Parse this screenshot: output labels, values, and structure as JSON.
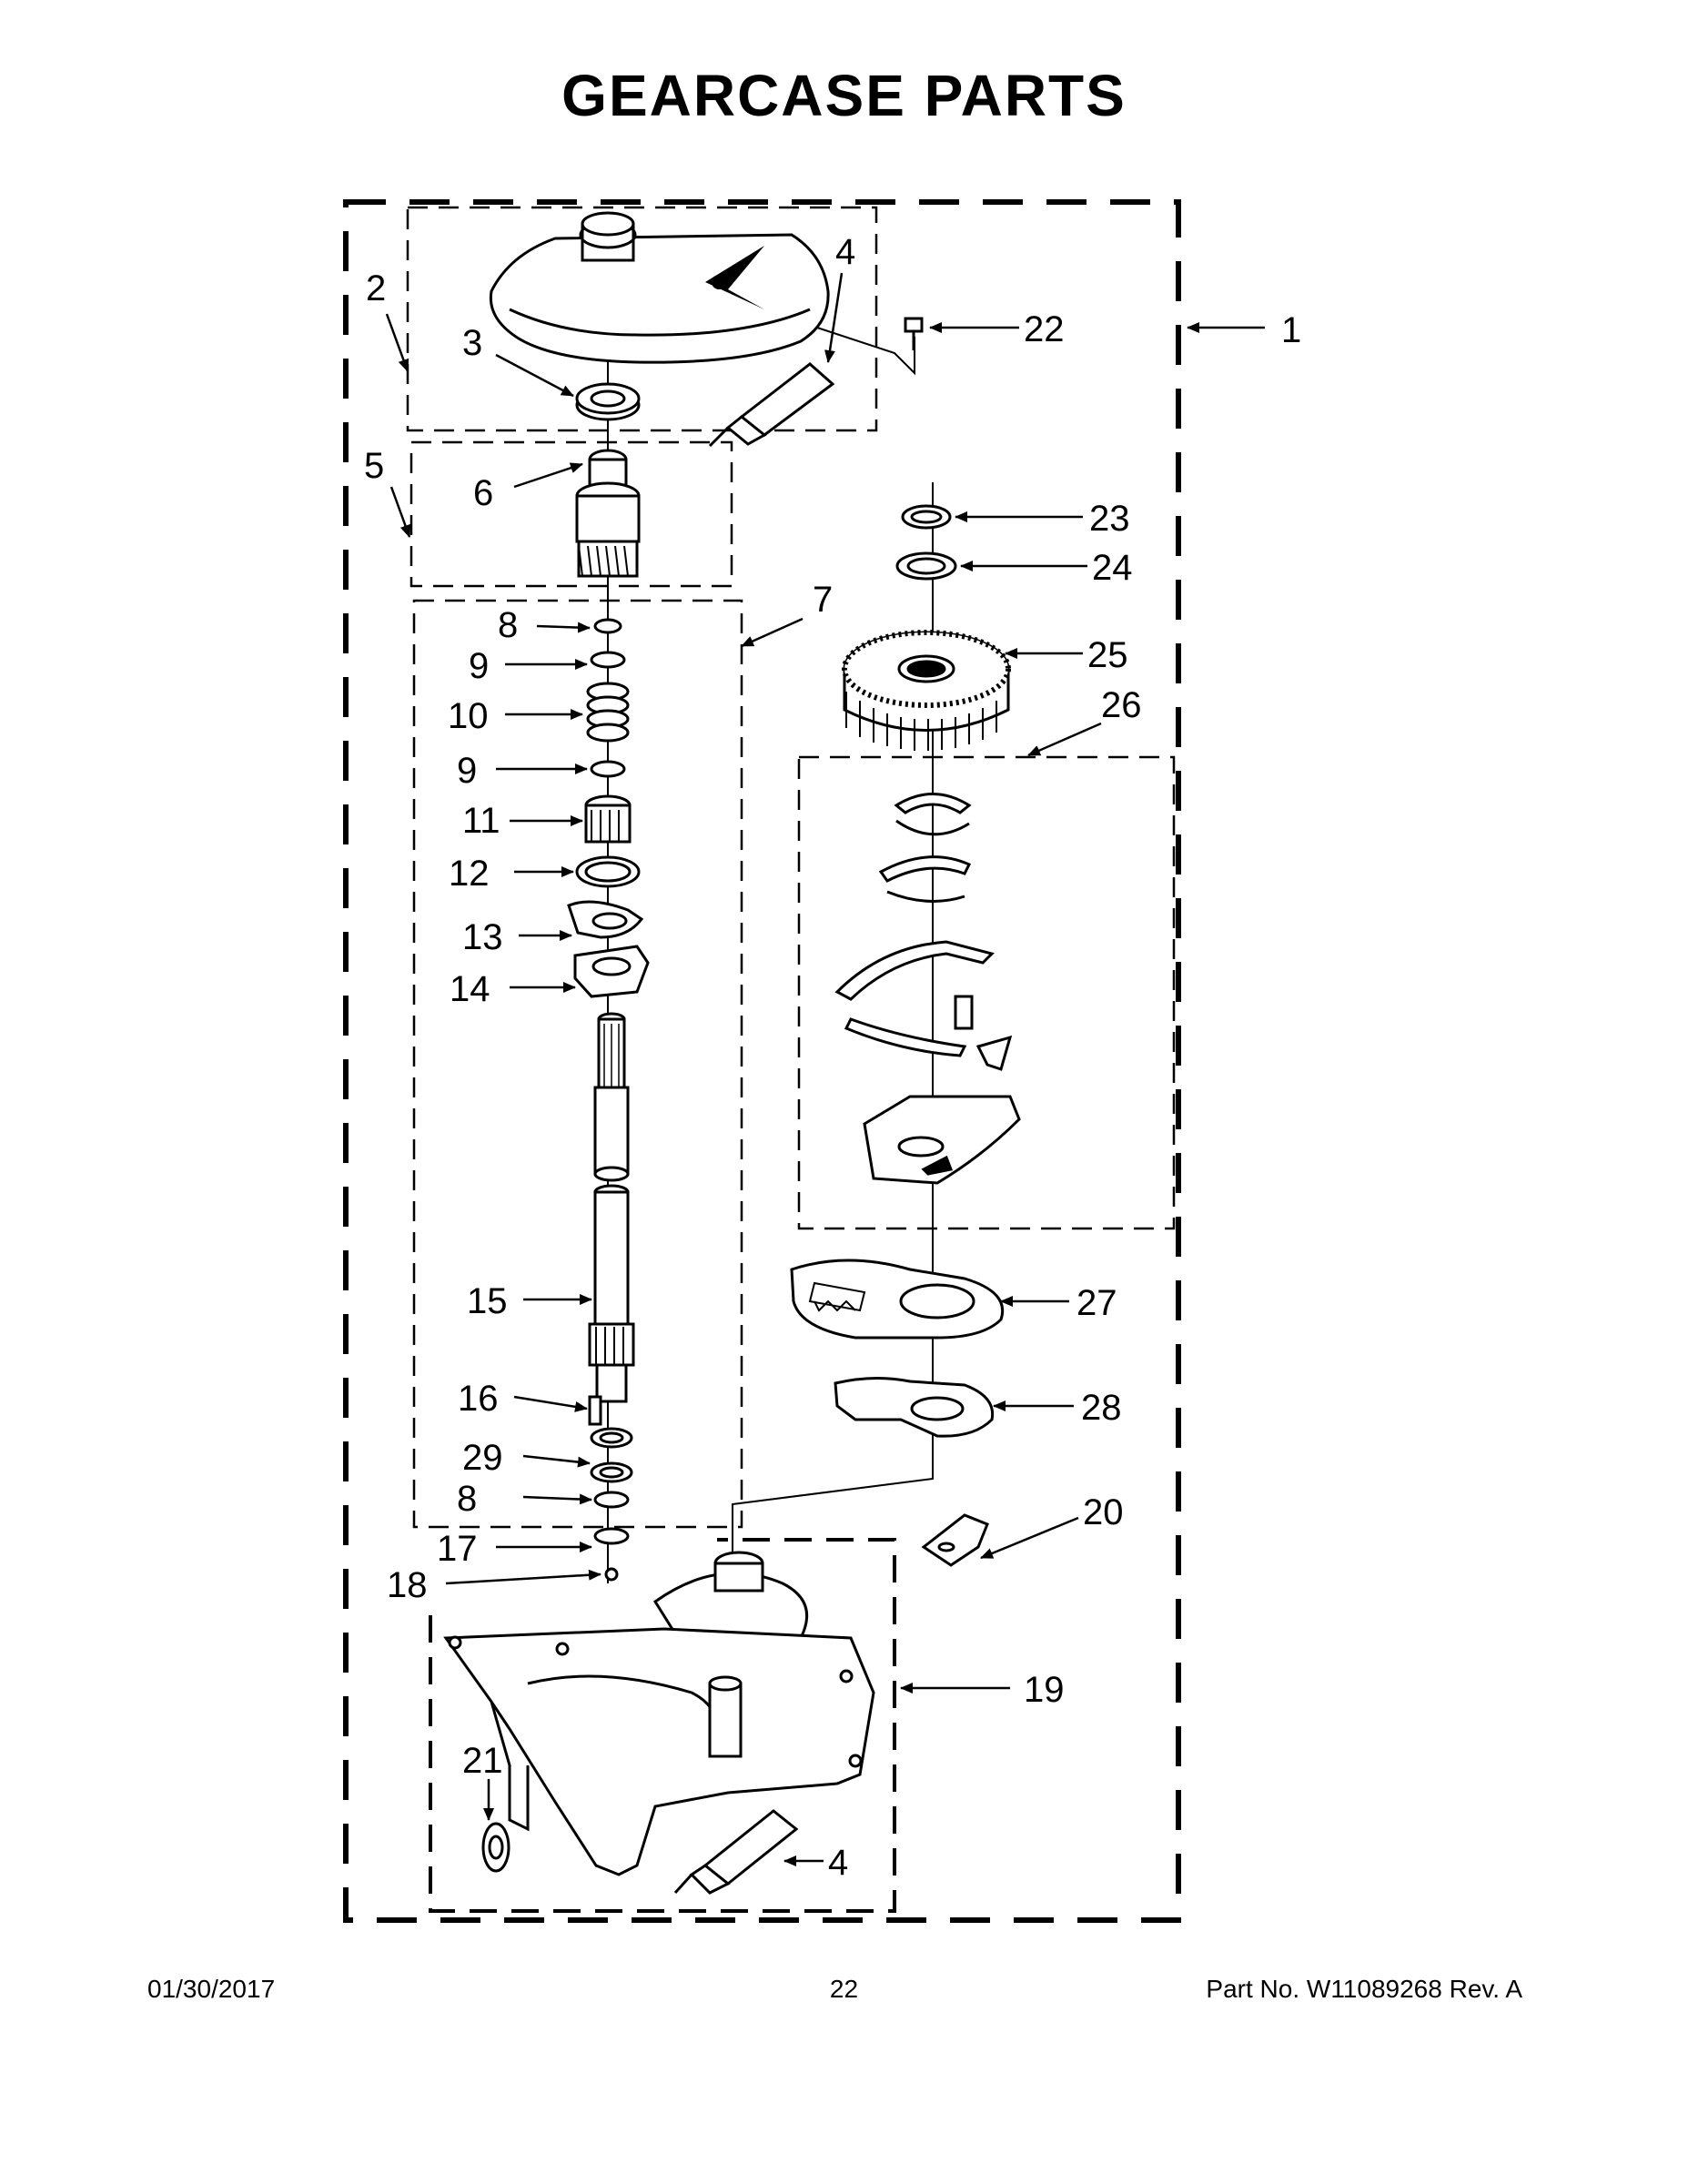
{
  "title": "GEARCASE PARTS",
  "footer": {
    "date": "01/30/2017",
    "page": "22",
    "part": "Part No.  W11089268  Rev.  A"
  },
  "callouts": {
    "c1": "1",
    "c2": "2",
    "c3": "3",
    "c4a": "4",
    "c4b": "4",
    "c5": "5",
    "c6": "6",
    "c7": "7",
    "c8a": "8",
    "c8b": "8",
    "c9a": "9",
    "c9b": "9",
    "c10": "10",
    "c11": "11",
    "c12": "12",
    "c13": "13",
    "c14": "14",
    "c15": "15",
    "c16": "16",
    "c17": "17",
    "c18": "18",
    "c19": "19",
    "c20": "20",
    "c21": "21",
    "c22": "22",
    "c23": "23",
    "c24": "24",
    "c25": "25",
    "c26": "26",
    "c27": "27",
    "c28": "28",
    "c29": "29"
  },
  "colors": {
    "ink": "#000000",
    "paper": "#ffffff"
  }
}
